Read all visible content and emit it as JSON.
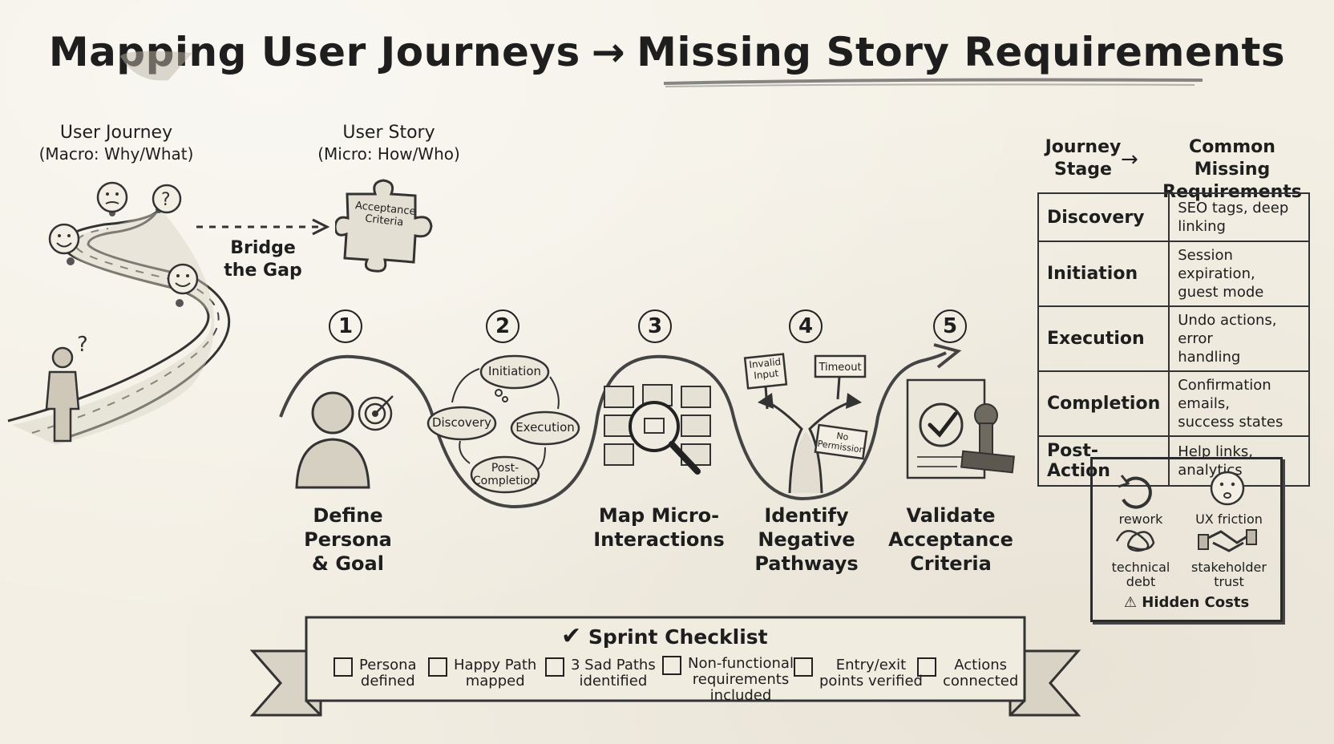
{
  "title": {
    "left": "Mapping User Journeys",
    "arrow": "→",
    "right": "Missing Story Requirements"
  },
  "journey": {
    "title": "User Journey",
    "subtitle": "(Macro: Why/What)"
  },
  "story": {
    "title": "User Story",
    "subtitle": "(Micro: How/Who)",
    "puzzle_line1": "Acceptance",
    "puzzle_line2": "Criteria"
  },
  "bridge": {
    "line1": "Bridge",
    "line2": "the Gap"
  },
  "steps": [
    {
      "num": "1",
      "label_line1": "Define Persona",
      "label_line2": "& Goal",
      "label_line3": ""
    },
    {
      "num": "2",
      "label_line1": "",
      "label_line2": "",
      "label_line3": ""
    },
    {
      "num": "3",
      "label_line1": "Map Micro-",
      "label_line2": "Interactions",
      "label_line3": ""
    },
    {
      "num": "4",
      "label_line1": "Identify",
      "label_line2": "Negative",
      "label_line3": "Pathways"
    },
    {
      "num": "5",
      "label_line1": "Validate",
      "label_line2": "Acceptance",
      "label_line3": "Criteria"
    }
  ],
  "cycle": {
    "initiation": "Initiation",
    "discovery": "Discovery",
    "execution": "Execution",
    "post_line1": "Post-",
    "post_line2": "Completion"
  },
  "signs": {
    "invalid_line1": "Invalid",
    "invalid_line2": "Input",
    "timeout": "Timeout",
    "noperm_line1": "No",
    "noperm_line2": "Permission"
  },
  "table": {
    "header_left_line1": "Journey",
    "header_left_line2": "Stage",
    "header_arrow": "→",
    "header_right_line1": "Common Missing",
    "header_right_line2": "Requirements",
    "rows": [
      {
        "stage": "Discovery",
        "req_line1": "SEO tags, deep linking",
        "req_line2": ""
      },
      {
        "stage": "Initiation",
        "req_line1": "Session expiration,",
        "req_line2": "guest mode"
      },
      {
        "stage": "Execution",
        "req_line1": "Undo actions, error",
        "req_line2": "handling"
      },
      {
        "stage": "Completion",
        "req_line1": "Confirmation emails,",
        "req_line2": "success states"
      },
      {
        "stage": "Post-Action",
        "req_line1": "Help links, analytics",
        "req_line2": ""
      }
    ]
  },
  "costs": {
    "title": "Hidden Costs",
    "warning_glyph": "⚠",
    "rework": "rework",
    "ux_friction": "UX friction",
    "tech_line1": "technical",
    "tech_line2": "debt",
    "stake_line1": "stakeholder",
    "stake_line2": "trust"
  },
  "checklist": {
    "title": "Sprint Checklist",
    "check_glyph": "✔",
    "items": [
      {
        "line1": "Persona",
        "line2": "defined",
        "line3": ""
      },
      {
        "line1": "Happy Path",
        "line2": "mapped",
        "line3": ""
      },
      {
        "line1": "3 Sad Paths",
        "line2": "identified",
        "line3": ""
      },
      {
        "line1": "Non-functional",
        "line2": "requirements",
        "line3": "included"
      },
      {
        "line1": "Entry/exit",
        "line2": "points verified",
        "line3": ""
      },
      {
        "line1": "Actions",
        "line2": "connected",
        "line3": ""
      }
    ]
  }
}
